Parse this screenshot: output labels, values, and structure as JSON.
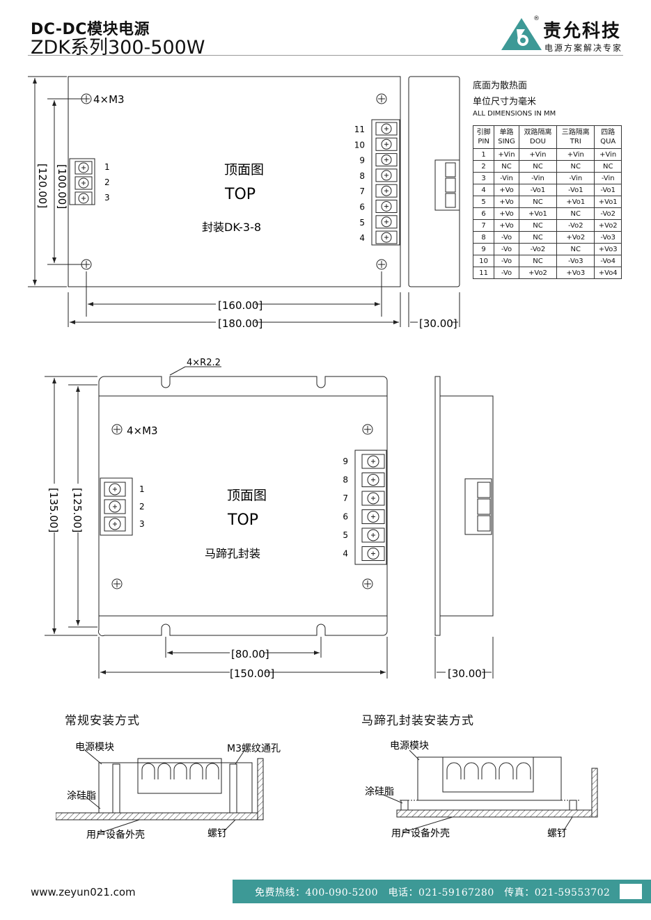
{
  "header": {
    "title_line1": "DC-DC模块电源",
    "title_line2": "ZDK系列300-500W",
    "brand_name": "责允科技",
    "brand_slogan": "电源方案解决专家",
    "brand_reg_mark": "®",
    "brand_color": "#3d9996"
  },
  "notes": {
    "line1": "底面为散热面",
    "line2": "单位尺寸为毫米",
    "line3": "ALL DIMENSIONS IN MM"
  },
  "pin_table": {
    "headers": [
      {
        "cn": "引脚",
        "en": "PIN"
      },
      {
        "cn": "单路",
        "en": "SING"
      },
      {
        "cn": "双路隔离",
        "en": "DOU"
      },
      {
        "cn": "三路隔离",
        "en": "TRI"
      },
      {
        "cn": "四路",
        "en": "QUA"
      }
    ],
    "rows": [
      [
        "1",
        "+Vin",
        "+Vin",
        "+Vin",
        "+Vin"
      ],
      [
        "2",
        "NC",
        "NC",
        "NC",
        "NC"
      ],
      [
        "3",
        "-Vin",
        "-Vin",
        "-Vin",
        "-Vin"
      ],
      [
        "4",
        "+Vo",
        "-Vo1",
        "-Vo1",
        "-Vo1"
      ],
      [
        "5",
        "+Vo",
        "NC",
        "+Vo1",
        "+Vo1"
      ],
      [
        "6",
        "+Vo",
        "+Vo1",
        "NC",
        "-Vo2"
      ],
      [
        "7",
        "+Vo",
        "NC",
        "-Vo2",
        "+Vo2"
      ],
      [
        "8",
        "-Vo",
        "NC",
        "+Vo2",
        "-Vo3"
      ],
      [
        "9",
        "-Vo",
        "-Vo2",
        "NC",
        "+Vo3"
      ],
      [
        "10",
        "-Vo",
        "NC",
        "-Vo3",
        "-Vo4"
      ],
      [
        "11",
        "-Vo",
        "+Vo2",
        "+Vo3",
        "+Vo4"
      ]
    ]
  },
  "drawing1": {
    "hole_label": "4×M3",
    "view_cn": "顶面图",
    "view_en": "TOP",
    "package": "封装DK-3-8",
    "dim_width_inner": "[160.00]",
    "dim_width_outer": "[180.00]",
    "dim_height_inner": "[100.00]",
    "dim_height_outer": "[120.00]",
    "dim_depth": "[30.00]",
    "left_pins": [
      "1",
      "2",
      "3"
    ],
    "right_pins": [
      "11",
      "10",
      "9",
      "8",
      "7",
      "6",
      "5",
      "4"
    ]
  },
  "drawing2": {
    "notch_label": "4×R2.2",
    "hole_label": "4×M3",
    "view_cn": "顶面图",
    "view_en": "TOP",
    "package": "马蹄孔封装",
    "dim_notch_span": "[80.00]",
    "dim_width": "[150.00]",
    "dim_height_inner": "[125.00]",
    "dim_height_outer": "[135.00]",
    "dim_depth": "[30.00]",
    "left_pins": [
      "1",
      "2",
      "3"
    ],
    "right_pins": [
      "9",
      "8",
      "7",
      "6",
      "5",
      "4"
    ]
  },
  "mount1": {
    "title": "常规安装方式",
    "label_module": "电源模块",
    "label_hole": "M3螺纹通孔",
    "label_grease": "涂硅脂",
    "label_case": "用户设备外壳",
    "label_screw": "螺钉"
  },
  "mount2": {
    "title": "马蹄孔封装安装方式",
    "label_module": "电源模块",
    "label_grease": "涂硅脂",
    "label_case": "用户设备外壳",
    "label_screw": "螺钉"
  },
  "footer": {
    "website": "www.zeyun021.com",
    "hotline": "免费热线：400-090-5200　电话：021-59167280　传真：021-59553702",
    "bar_color": "#3d9996"
  }
}
